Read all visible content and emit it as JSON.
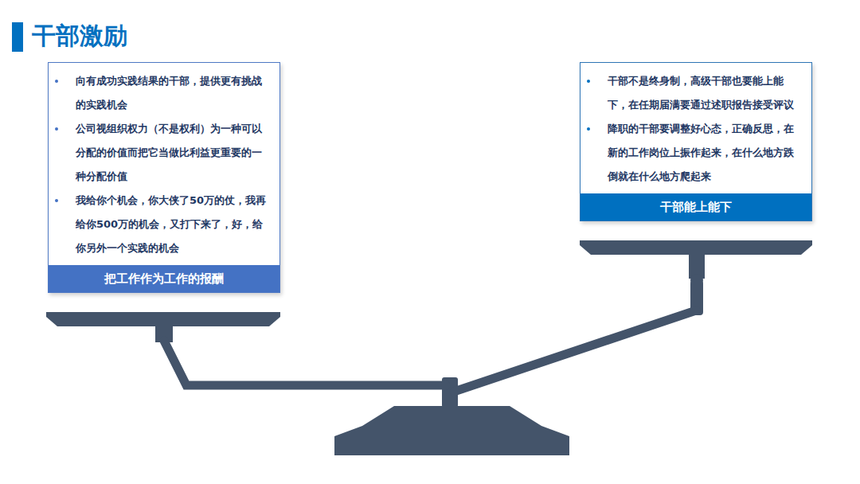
{
  "diagram": {
    "title": "干部激励",
    "nodes": [
      {
        "text": [
          "向有成功实践结果的干部，提供更有挑战的实践机会",
          "公司视组织权力（不是权利）为一种可以分配的价值而把它当做比利益更重要的一种分配价值",
          "我给你个机会，你大侠了50万的仗，我再给你500万的机会，又打下来了，好，给你另外一个实践的机会",
          "把工作作为工作的报酬"
        ]
      },
      {
        "text": [
          "干部不是终身制，高级干部也要能上能下，在任期届满要通过述职报告接受评议",
          "降职的干部要调整好心态，正确反思，在新的工作岗位上振作起来，在什么地方跌倒就在什么地方爬起来",
          "干部能上能下"
        ]
      }
    ]
  }
}
